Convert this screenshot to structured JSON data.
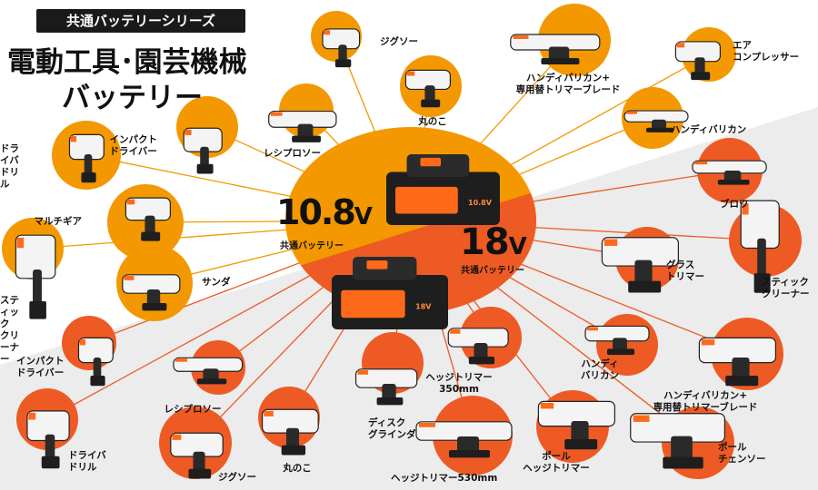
{
  "header": {
    "series_badge": "共通バッテリーシリーズ",
    "title_line1": "電動工具･園芸機械",
    "title_line2": "バッテリー"
  },
  "batteries": {
    "v108": {
      "value": "10.8",
      "unit": "V",
      "label": "共通バッテリー",
      "pack_print": "10.8V"
    },
    "v18": {
      "value": "18",
      "unit": "V",
      "label": "共通バッテリー",
      "pack_print": "18V"
    }
  },
  "colors": {
    "orange": "#f39800",
    "red_orange": "#ee5a24",
    "dark": "#1a1a1a",
    "line_108": "#f39800",
    "line_18": "#ee5a24"
  },
  "tools_108": [
    {
      "label": "ジグソー",
      "icon": "jigsaw-icon"
    },
    {
      "label": "丸のこ",
      "icon": "circular-saw-icon"
    },
    {
      "label": "ハンディバリカン+\n専用替トリマーブレード",
      "icon": "hedge-trimmer-icon"
    },
    {
      "label": "エア\nコンプレッサー",
      "icon": "air-compressor-icon"
    },
    {
      "label": "ハンディバリカン",
      "icon": "hedge-trimmer-icon"
    },
    {
      "label": "レシプロソー",
      "icon": "reciprocating-saw-icon"
    },
    {
      "label": "インパクト\nドライバー",
      "icon": "impact-driver-icon"
    },
    {
      "label": "ドライバ\nドリル",
      "icon": "driver-drill-icon"
    },
    {
      "label": "マルチギア",
      "icon": "multi-gear-icon"
    },
    {
      "label": "スティック\nクリーナー",
      "icon": "stick-cleaner-icon"
    },
    {
      "label": "サンダ",
      "icon": "sander-icon"
    }
  ],
  "tools_18": [
    {
      "label": "ブロワ",
      "icon": "blower-icon"
    },
    {
      "label": "グラス\nトリマー",
      "icon": "grass-trimmer-icon"
    },
    {
      "label": "スティック\nクリーナー",
      "icon": "stick-cleaner-icon"
    },
    {
      "label": "ハンディ\nバリカン",
      "icon": "hedge-trimmer-icon"
    },
    {
      "label": "ハンディバリカン+\n専用替トリマーブレード",
      "icon": "hedge-trimmer-icon"
    },
    {
      "label": "ポール\nチェンソー",
      "icon": "pole-chainsaw-icon"
    },
    {
      "label": "ポール\nヘッジトリマー",
      "icon": "pole-hedge-trimmer-icon"
    },
    {
      "label": "ヘッジトリマー\n350mm",
      "icon": "hedge-trimmer-icon"
    },
    {
      "label": "ヘッジトリマー530mm",
      "icon": "hedge-trimmer-icon"
    },
    {
      "label": "ディスク\nグラインダ",
      "icon": "disc-grinder-icon"
    },
    {
      "label": "丸のこ",
      "icon": "circular-saw-icon"
    },
    {
      "label": "ジグソー",
      "icon": "jigsaw-icon"
    },
    {
      "label": "レシプロソー",
      "icon": "reciprocating-saw-icon"
    },
    {
      "label": "インパクト\nドライバー",
      "icon": "impact-driver-icon"
    },
    {
      "label": "ドライバ\nドリル",
      "icon": "driver-drill-icon"
    }
  ]
}
